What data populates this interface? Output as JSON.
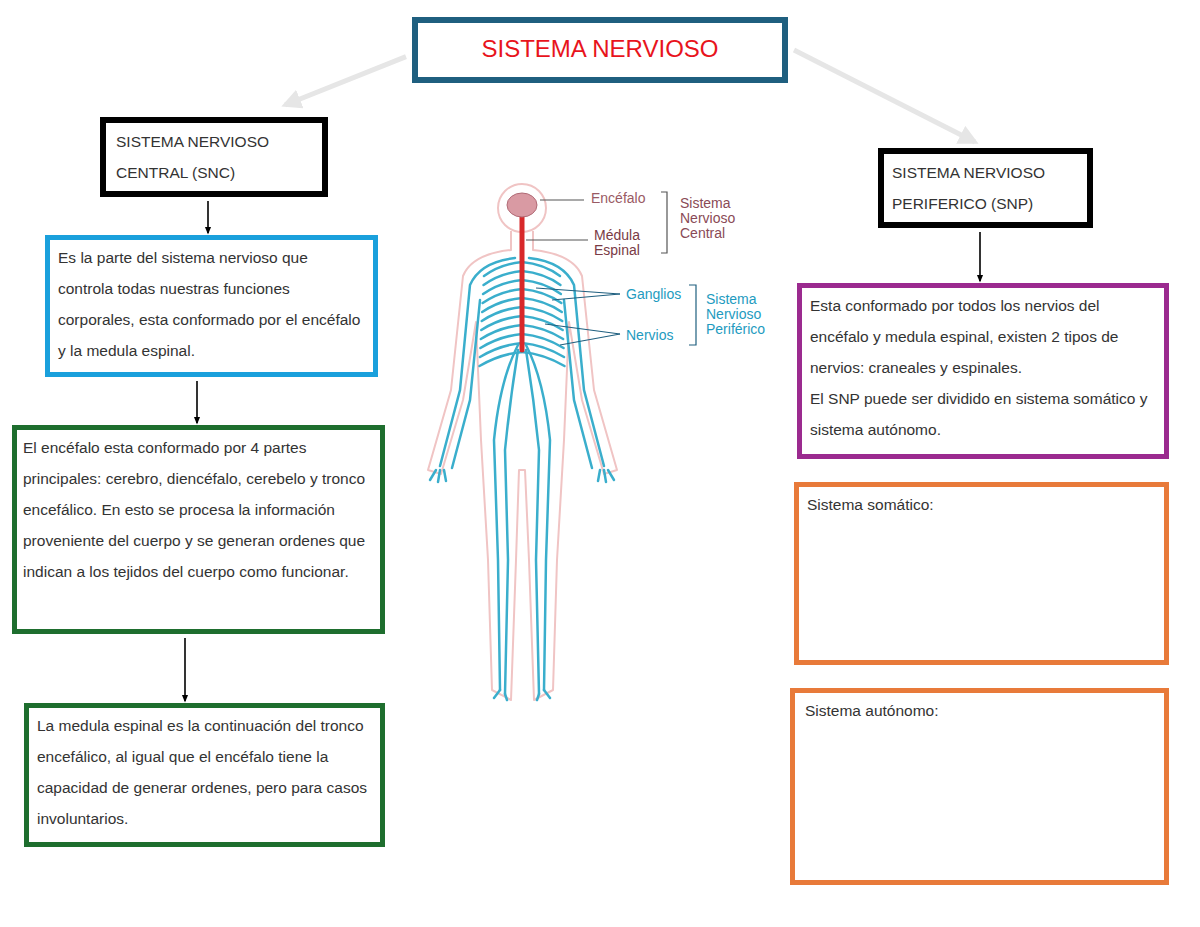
{
  "diagram": {
    "nodes": [
      {
        "text": [
          "SISTEMA NERVIOSO"
        ]
      },
      {
        "text": [
          "SISTEMA NERVIOSO CENTRAL (SNC)"
        ]
      },
      {
        "text": [
          "Es la parte del sistema nervioso que controla todas nuestras funciones corporales, esta conformado por el encéfalo y la medula espinal."
        ]
      },
      {
        "text": [
          "El encéfalo esta conformado por 4 partes principales: cerebro, diencéfalo, cerebelo y tronco encefálico. En esto se procesa la información proveniente del cuerpo y se generan ordenes que indican a los tejidos del cuerpo como funcionar."
        ]
      },
      {
        "text": [
          "La medula espinal es la continuación del tronco encefálico, al igual que el encéfalo tiene la capacidad de generar ordenes, pero para casos involuntarios."
        ]
      },
      {
        "text": [
          "SISTEMA NERVIOSO PERIFERICO (SNP)"
        ]
      },
      {
        "text": [
          "Esta conformado por todos los nervios del encéfalo y medula espinal, existen 2 tipos de nervios: craneales y espinales.",
          "El SNP puede ser dividido en sistema somático y sistema autónomo."
        ]
      },
      {
        "text": [
          "Sistema somático:"
        ]
      },
      {
        "text": [
          "Sistema autónomo:"
        ]
      }
    ],
    "edges": [
      {
        "from": 0,
        "to": 1,
        "arrow": "to"
      },
      {
        "from": 0,
        "to": 5,
        "arrow": "to"
      },
      {
        "from": 1,
        "to": 2,
        "arrow": "to"
      },
      {
        "from": 2,
        "to": 3,
        "arrow": "to"
      },
      {
        "from": 3,
        "to": 4,
        "arrow": "to"
      },
      {
        "from": 5,
        "to": 6,
        "arrow": "to"
      }
    ],
    "labels": [
      "Encéfalo",
      "Médula Espinal",
      "Sistema Nervioso Central",
      "Ganglios",
      "Nervios",
      "Sistema Nervioso Periférico"
    ]
  }
}
